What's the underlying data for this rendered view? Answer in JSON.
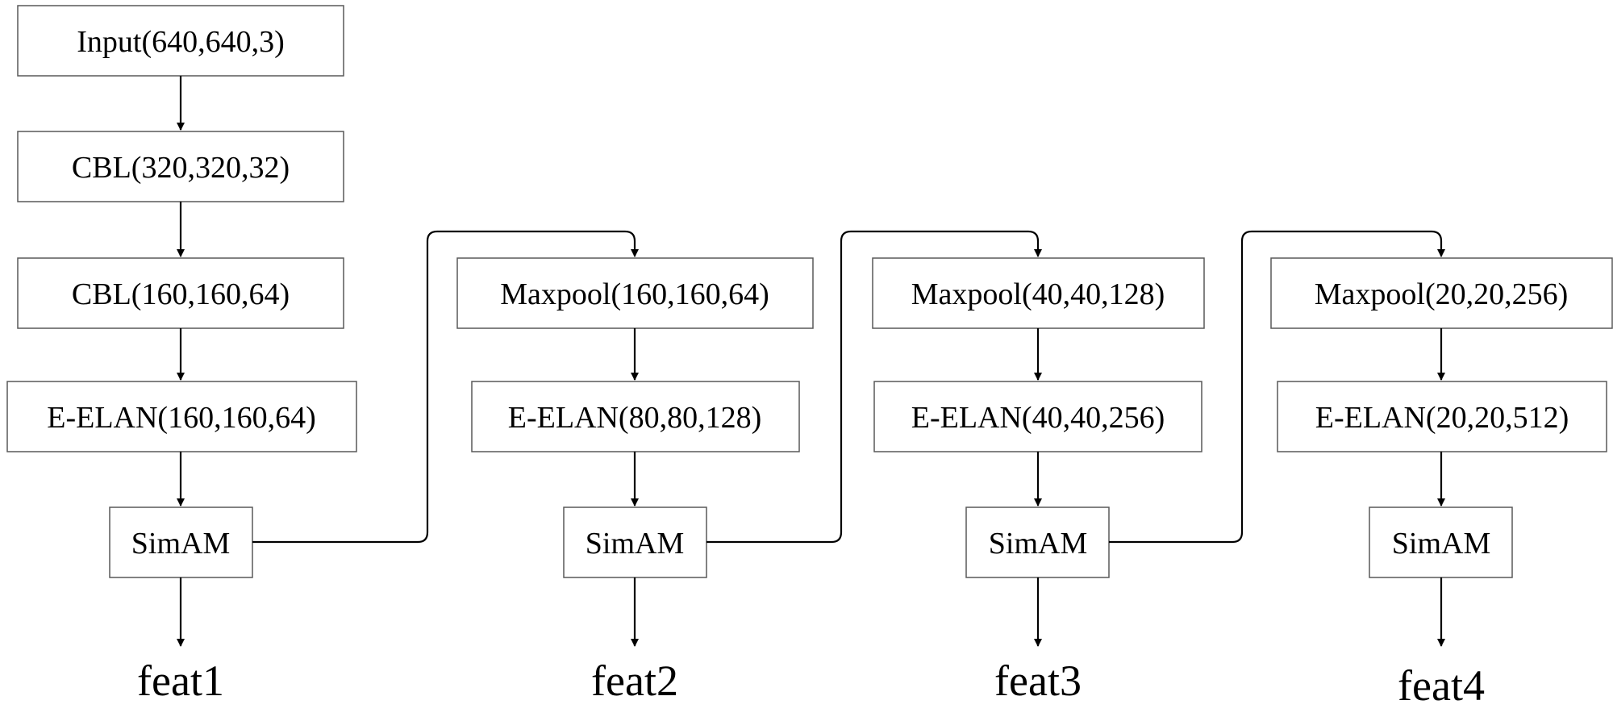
{
  "blocks": {
    "input": "Input(640,640,3)",
    "cbl1": "CBL(320,320,32)",
    "cbl2": "CBL(160,160,64)",
    "eelan1": "E-ELAN(160,160,64)",
    "simam1": "SimAM",
    "maxpool2": "Maxpool(160,160,64)",
    "eelan2": "E-ELAN(80,80,128)",
    "simam2": "SimAM",
    "maxpool3": "Maxpool(40,40,128)",
    "eelan3": "E-ELAN(40,40,256)",
    "simam3": "SimAM",
    "maxpool4": "Maxpool(20,20,256)",
    "eelan4": "E-ELAN(20,20,512)",
    "simam4": "SimAM"
  },
  "outputs": {
    "feat1": "feat1",
    "feat2": "feat2",
    "feat3": "feat3",
    "feat4": "feat4"
  }
}
